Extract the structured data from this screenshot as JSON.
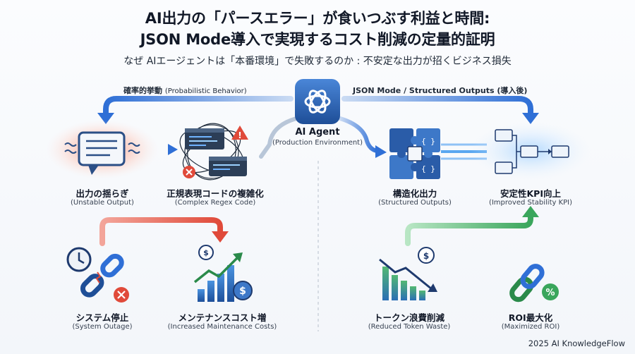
{
  "title_line1": "AI出力の「パースエラー」が食いつぶす利益と時間:",
  "title_line2": "JSON Mode導入で実現するコスト削減の定量的証明",
  "subtitle": "なぜ AIエージェントは「本番環境」で失敗するのか : 不安定な出力が招くビジネス損失",
  "flow_left": {
    "label": "確率的挙動",
    "sub": "(Probabilistic Behavior)"
  },
  "flow_right": {
    "label": "JSON Mode / Structured Outputs (導入後)"
  },
  "center": {
    "label": "AI Agent",
    "sub": "(Production Environment)"
  },
  "nodes": {
    "unstable": {
      "label": "出力の揺らぎ",
      "sub": "(Unstable Output)"
    },
    "regex": {
      "label": "正規表現コードの複雑化",
      "sub": "(Complex Regex Code)"
    },
    "structured": {
      "label": "構造化出力",
      "sub": "(Structured Outputs)"
    },
    "kpi": {
      "label": "安定性KPI向上",
      "sub": "(Improved Stability KPI)"
    },
    "outage": {
      "label": "システム停止",
      "sub": "(System Outage)"
    },
    "maintenance": {
      "label": "メンテナンスコスト増",
      "sub": "(Increased Maintenance Costs)"
    },
    "token": {
      "label": "トークン浪費削減",
      "sub": "(Reduced Token Waste)"
    },
    "roi": {
      "label": "ROI最大化",
      "sub": "(Maximized ROI)"
    }
  },
  "footer": "2025 AI KnowledgeFlow",
  "colors": {
    "blue": "#2f6fd6",
    "red": "#e04a3a",
    "green": "#46b86b",
    "navy": "#1e3a6e"
  }
}
